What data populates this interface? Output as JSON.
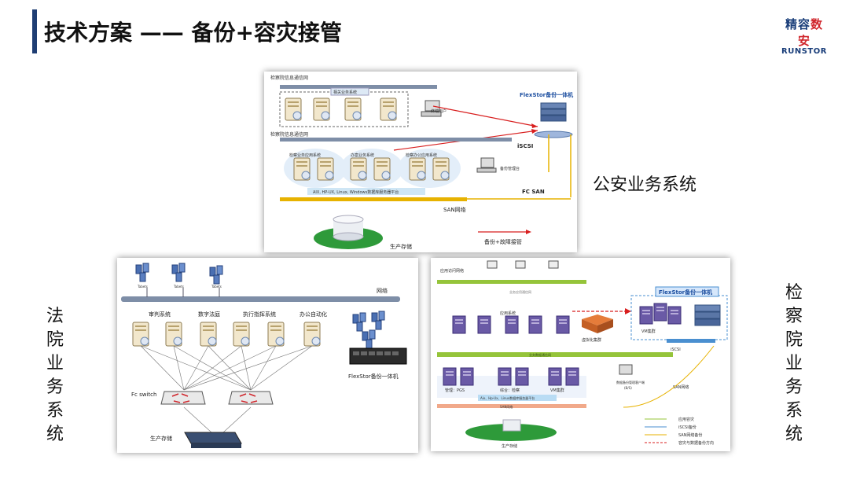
{
  "header": {
    "title": "技术方案 —— 备份+容灾接管",
    "logo_cn_1": "精容",
    "logo_cn_2": "数安",
    "logo_en": "RUNSTOR"
  },
  "labels": {
    "police": "公安业务系统",
    "court": [
      "法",
      "院",
      "业",
      "务",
      "系",
      "统"
    ],
    "procuratorate": [
      "检",
      "察",
      "院",
      "业",
      "务",
      "系",
      "统"
    ]
  },
  "panel_top": {
    "net_top": "检察院信息通信网",
    "net_mid": "检察院信息通信网",
    "cluster_label": "相关业务系统",
    "terminal": "终端用户",
    "flexstor": "FlexStor备份一体机",
    "iscsi": "iSCSI",
    "backup_platform": "备份管理台",
    "platform_bar": "AIX, HP-UX, Linux, Windows数据库服务器平台",
    "fcsan": "FC SAN",
    "san": "SAN网络",
    "storage": "生产存储",
    "legend": "备份+故障接管",
    "servers": [
      "检察业务应用系统",
      "办案业务系统",
      "检察办公应用系统"
    ]
  },
  "panel_left": {
    "network": "网络",
    "clusters": [
      "审判系统",
      "数字法庭",
      "执行指挥系统",
      "办公自动化"
    ],
    "fc_switch": "Fc switch",
    "storage": "生产存储",
    "flexstor": "FlexStor备份一体机",
    "client_tag": "Tabets"
  },
  "panel_right": {
    "access_net": "应用访问网络",
    "internal_net": "业务应用通信网",
    "flexstor": "FlexStor备份一体机",
    "app_system": "应用系统",
    "vm_group": "虚拟化集群",
    "vm_cluster": "VM集群",
    "iscsi": "iSCSI",
    "db_net": "业务数据通信网",
    "groups": [
      "管理：PGS",
      "综合：检察",
      "VM集群"
    ],
    "backup_client": "数据备份管理客户端",
    "backup_client_sub": "(B/S)",
    "platform_bar": "Aix、Hp-Ux、Linux数据库服务器平台",
    "san": "SAN网络",
    "san_backup": "SAN网络",
    "storage": "生产存储",
    "legend": [
      "应用容灾",
      "iSCSI备份",
      "SAN网络备份",
      "容灾与数据备份方向"
    ]
  }
}
